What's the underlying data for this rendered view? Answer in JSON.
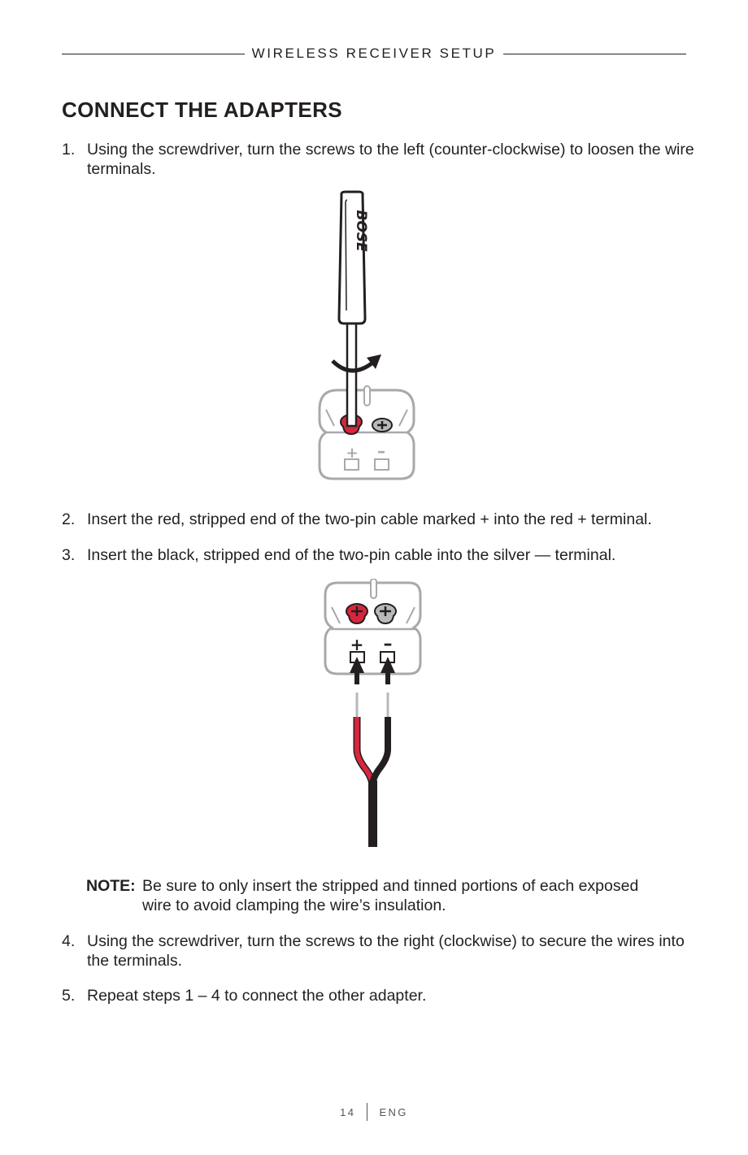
{
  "header": {
    "section_title": "WIRELESS RECEIVER SETUP"
  },
  "title": "CONNECT THE ADAPTERS",
  "steps": [
    {
      "num": "1.",
      "text": "Using the screwdriver, turn the screws to the left (counter-clockwise) to loosen the wire terminals."
    },
    {
      "num": "2.",
      "text": "Insert the red, stripped end of the two-pin cable marked + into the red + terminal."
    },
    {
      "num": "3.",
      "text": "Insert the black, stripped end of the two-pin cable into the silver — terminal."
    },
    {
      "num": "4.",
      "text": "Using the screwdriver, turn the screws to the right (clockwise) to secure the wires into the terminals."
    },
    {
      "num": "5.",
      "text": "Repeat steps 1 – 4 to connect the other adapter."
    }
  ],
  "figure1": {
    "brand_logo": "BOSE",
    "plus": "+",
    "minus": "–"
  },
  "figure2": {
    "plus": "+",
    "minus": "–"
  },
  "note": {
    "label": "NOTE:",
    "text": "Be sure to only insert the stripped and tinned portions of each exposed wire to avoid clamping the wire’s insulation."
  },
  "footer": {
    "page_number": "14",
    "language": "ENG"
  },
  "colors": {
    "terminal_red": "#d7263d",
    "terminal_silver": "#b9b9b9",
    "outline_gray": "#a7a9ac",
    "ink": "#231f20"
  }
}
